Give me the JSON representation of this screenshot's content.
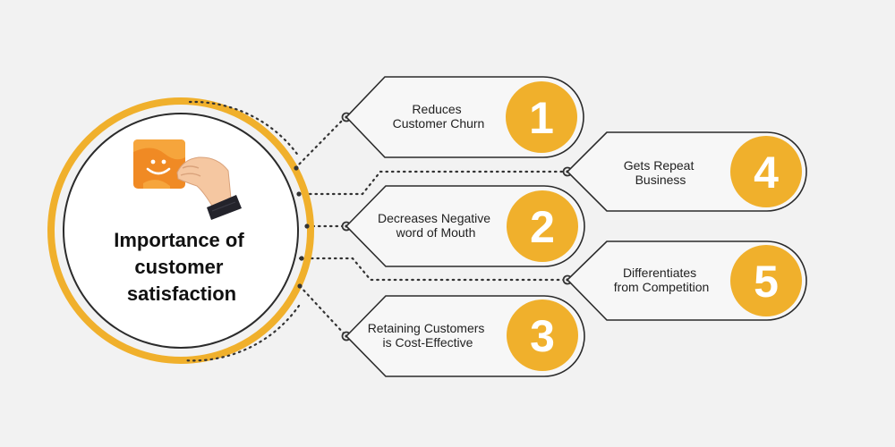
{
  "title": {
    "lines": [
      "Importance of",
      "customer",
      "satisfaction"
    ]
  },
  "colors": {
    "accent": "#f0b02c",
    "card_fill": "#f7f7f7",
    "card_stroke": "#2b2b2b",
    "connector": "#333333",
    "number_text": "#ffffff",
    "icon_orange": "#f08a24"
  },
  "icon": "smiley-card-hand-icon",
  "items": [
    {
      "number": "1",
      "lines": [
        "Reduces",
        "Customer Churn"
      ]
    },
    {
      "number": "4",
      "lines": [
        "Gets Repeat",
        "Business"
      ]
    },
    {
      "number": "2",
      "lines": [
        "Decreases Negative",
        "word of Mouth"
      ]
    },
    {
      "number": "5",
      "lines": [
        "Differentiates",
        "from Competition"
      ]
    },
    {
      "number": "3",
      "lines": [
        "Retaining Customers",
        "is Cost-Effective"
      ]
    }
  ]
}
